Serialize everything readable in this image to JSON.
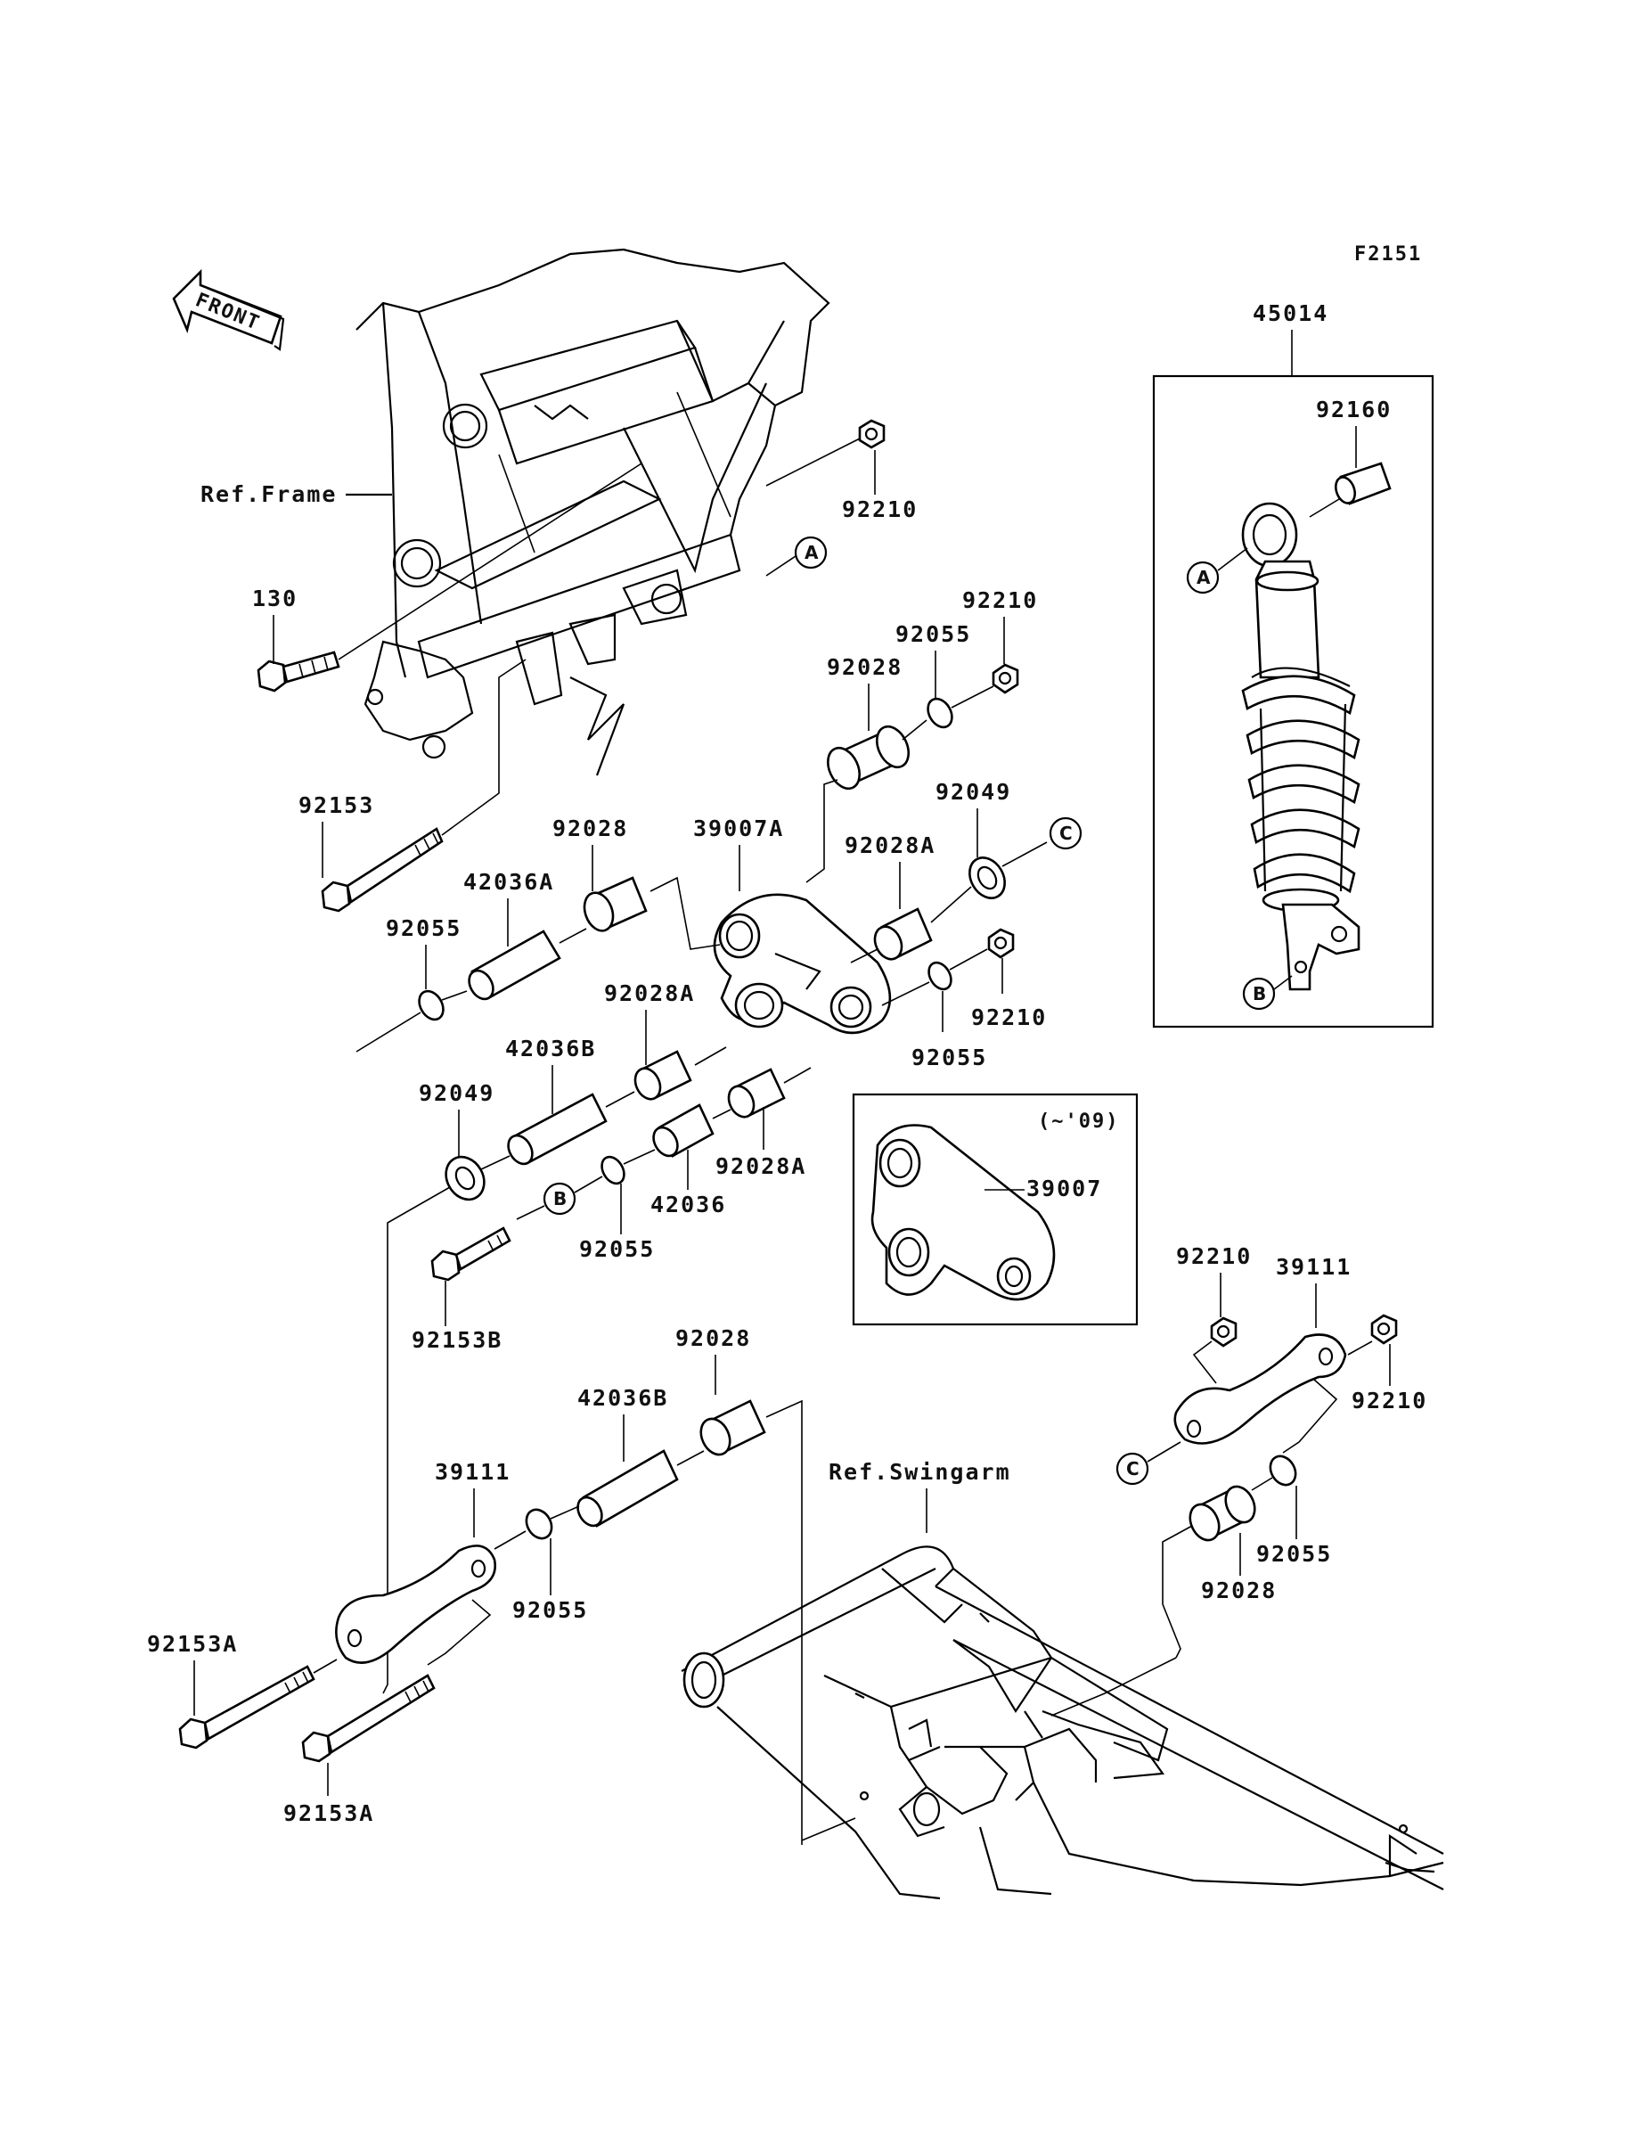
{
  "diagram_code": "F2151",
  "front_label": "FRONT",
  "references": {
    "frame": "Ref.Frame",
    "swingarm": "Ref.Swingarm"
  },
  "shock_box": {
    "part_number": "45014",
    "inner_part": "92160",
    "ref_a": "A",
    "ref_b": "B"
  },
  "inset_box": {
    "note": "(~'09)",
    "part_number": "39007"
  },
  "ref_markers": {
    "a": "A",
    "b": "B",
    "c": "C"
  },
  "labels": {
    "p92210_top": "92210",
    "p130": "130",
    "p92210_r": "92210",
    "p92055_r": "92055",
    "p92028_r": "92028",
    "p92153": "92153",
    "p92028_m": "92028",
    "p39007A": "39007A",
    "p92049_r": "92049",
    "p42036A": "42036A",
    "p92028A_r": "92028A",
    "p92055_l": "92055",
    "p92028A_c": "92028A",
    "p92210_m": "92210",
    "p42036B_u": "42036B",
    "p92055_m": "92055",
    "p92049_l": "92049",
    "p92028A_b": "92028A",
    "p42036": "42036",
    "p92055_b": "92055",
    "p92153B": "92153B",
    "p92028_low": "92028",
    "p42036B_low": "42036B",
    "p39111_l": "39111",
    "p92055_low": "92055",
    "p92153A_1": "92153A",
    "p92153A_2": "92153A",
    "p92210_rr": "92210",
    "p39111_r": "39111",
    "p92210_rr2": "92210",
    "p92055_rr": "92055",
    "p92028_rr": "92028"
  }
}
